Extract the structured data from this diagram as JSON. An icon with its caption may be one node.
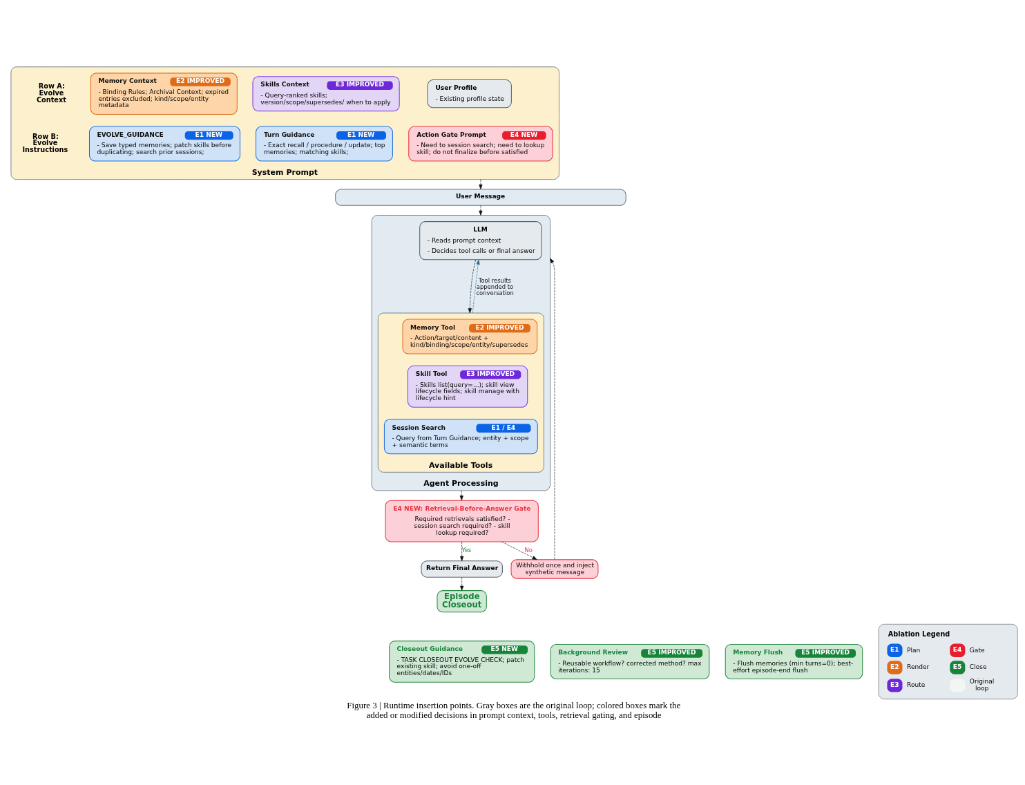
{
  "diagram": {
    "caption": "Figure 3 | Runtime insertion points. Gray boxes are the original loop; colored boxes mark the added or modified decisions in prompt context, tools, retrieval gating, and episode",
    "nodes": [
      {
        "text": [
          "System Prompt"
        ]
      },
      {
        "text": [
          "Memory Context",
          "E2 IMPROVED",
          "- Binding Rules; Archival Context; expired entries excluded; kind/scope/entity metadata"
        ],
        "in": 0
      },
      {
        "text": [
          "Skills Context",
          "E3 IMPROVED",
          "- Query-ranked skills; version/scope/supersedes/ when to apply"
        ],
        "in": 0
      },
      {
        "text": [
          "User Profile",
          "- Existing profile state"
        ],
        "in": 0
      },
      {
        "text": [
          "EVOLVE_GUIDANCE",
          "E1 NEW",
          "- Save typed memories; patch skills before duplicating; search prior sessions;"
        ],
        "in": 0
      },
      {
        "text": [
          "Turn Guidance",
          "E1 NEW",
          "- Exact recall / procedure / update; top memories; matching skills;"
        ],
        "in": 0
      },
      {
        "text": [
          "Action Gate Prompt",
          "E4 NEW",
          "- Need to session search; need to lookup skill; do not finalize before satisfied"
        ],
        "in": 0
      },
      {
        "text": [
          "User Message"
        ]
      },
      {
        "text": [
          "Agent Processing"
        ]
      },
      {
        "text": [
          "LLM",
          "- Reads prompt context",
          "- Decides tool calls or final answer"
        ],
        "in": 8
      },
      {
        "text": [
          "Available Tools"
        ],
        "in": 8
      },
      {
        "text": [
          "Memory Tool",
          "E2 IMPROVED",
          "- Action/target/content + kind/binding/scope/entity/supersedes"
        ],
        "in": 10
      },
      {
        "text": [
          "Skill Tool",
          "E3 IMPROVED",
          "- Skills list(query=...); skill view lifecycle fields; skill manage with lifecycle hint"
        ],
        "in": 10
      },
      {
        "text": [
          "Session Search",
          "E1 / E4",
          "- Query from Turn Guidance; entity + scope + semantic terms"
        ],
        "in": 10
      },
      {
        "text": [
          "E4 NEW: Retrieval-Before-Answer Gate",
          "Required retrievals satisfied? - session search required? - skill lookup required?"
        ]
      },
      {
        "text": [
          "Withhold once and inject synthetic message"
        ]
      },
      {
        "text": [
          "Return Final Answer"
        ]
      },
      {
        "text": [
          "Episode Closeout"
        ]
      },
      {
        "text": [
          "Closeout Guidance",
          "E5 NEW",
          "- TASK CLOSEOUT EVOLVE CHECK; patch existing skill; avoid one-off entities/dates/IDs"
        ]
      },
      {
        "text": [
          "Background Review",
          "E5 IMPROVED",
          "- Reusable workflow? corrected method? max iterations: 15"
        ]
      },
      {
        "text": [
          "Memory Flush",
          "E5 IMPROVED",
          "- Flush memories (min turns=0); best-effort episode-end flush"
        ]
      }
    ],
    "edges": [
      {
        "from": 0,
        "to": 7,
        "arrow": "to",
        "style": "dashed"
      },
      {
        "from": 7,
        "to": 8,
        "arrow": "to",
        "style": "dashed"
      },
      {
        "from": 9,
        "to": 10,
        "arrow": "to",
        "style": "dashed"
      },
      {
        "from": 10,
        "to": 9,
        "arrow": "to",
        "style": "dashed",
        "color": "#2e6b8f",
        "label": "Tool results appended to conversation"
      },
      {
        "from": 8,
        "to": 14,
        "arrow": "to",
        "style": "dashed"
      },
      {
        "from": 14,
        "to": 15,
        "arrow": "to",
        "style": "dashed",
        "label": "No"
      },
      {
        "from": 14,
        "to": 16,
        "arrow": "to",
        "style": "dashed",
        "label": "Yes"
      },
      {
        "from": 15,
        "to": 8,
        "arrow": "to",
        "style": "dashed"
      },
      {
        "from": 16,
        "to": 17,
        "arrow": "to",
        "style": "dashed"
      }
    ],
    "labels": [
      "Row A: Evolve Context",
      "Row B: Evolve Instructions",
      "Ablation Legend",
      "E1",
      "E2",
      "E3",
      "E4",
      "E5"
    ],
    "legend": [
      {
        "text": "Plan",
        "color": "#0b63e5"
      },
      {
        "text": "Render",
        "color": "#e06c1a"
      },
      {
        "text": "Route",
        "color": "#6d28d9"
      },
      {
        "text": "Gate",
        "color": "#e61e2e"
      },
      {
        "text": "Close",
        "color": "#17843a"
      },
      {
        "text": "Original loop",
        "color": "#f3f5f3"
      }
    ]
  }
}
